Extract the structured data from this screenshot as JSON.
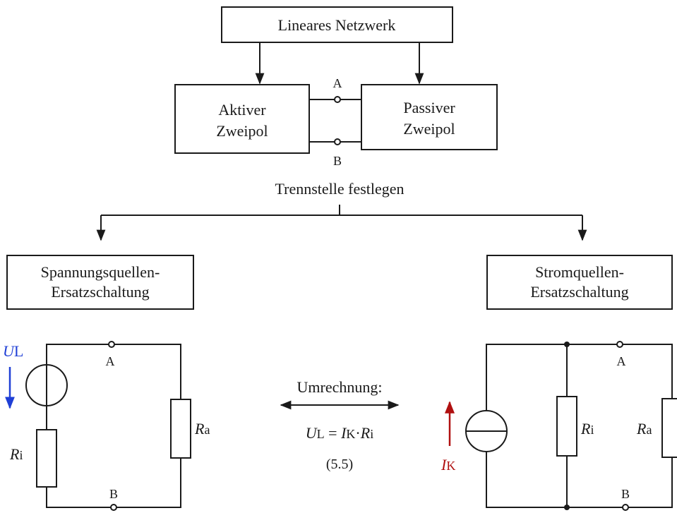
{
  "top": {
    "network_label": "Lineares Netzwerk",
    "active_line1": "Aktiver",
    "active_line2": "Zweipol",
    "passive_line1": "Passiver",
    "passive_line2": "Zweipol",
    "terminal_a": "A",
    "terminal_b": "B",
    "separation_label": "Trennstelle festlegen"
  },
  "left_branch": {
    "line1": "Spannungsquellen-",
    "line2": "Ersatzschaltung"
  },
  "right_branch": {
    "line1": "Stromquellen-",
    "line2": "Ersatzschaltung"
  },
  "voltage_circuit": {
    "source_symbol": "U",
    "source_sub": "L",
    "ri_symbol": "R",
    "ri_sub": "i",
    "ra_symbol": "R",
    "ra_sub": "a",
    "terminal_a": "A",
    "terminal_b": "B"
  },
  "conversion": {
    "label": "Umrechnung:",
    "eq_u": "U",
    "eq_u_sub": "L",
    "eq_eq": " = ",
    "eq_i": "I",
    "eq_i_sub": "K",
    "eq_dot": "·",
    "eq_r": "R",
    "eq_r_sub": "i",
    "equation_number": "(5.5)"
  },
  "current_circuit": {
    "source_symbol": "I",
    "source_sub": "K",
    "ri_symbol": "R",
    "ri_sub": "i",
    "ra_symbol": "R",
    "ra_sub": "a",
    "terminal_a": "A",
    "terminal_b": "B"
  },
  "colors": {
    "ink": "#1a1a1a",
    "voltage_arrow": "#1f3fd6",
    "current_arrow": "#b01010"
  }
}
